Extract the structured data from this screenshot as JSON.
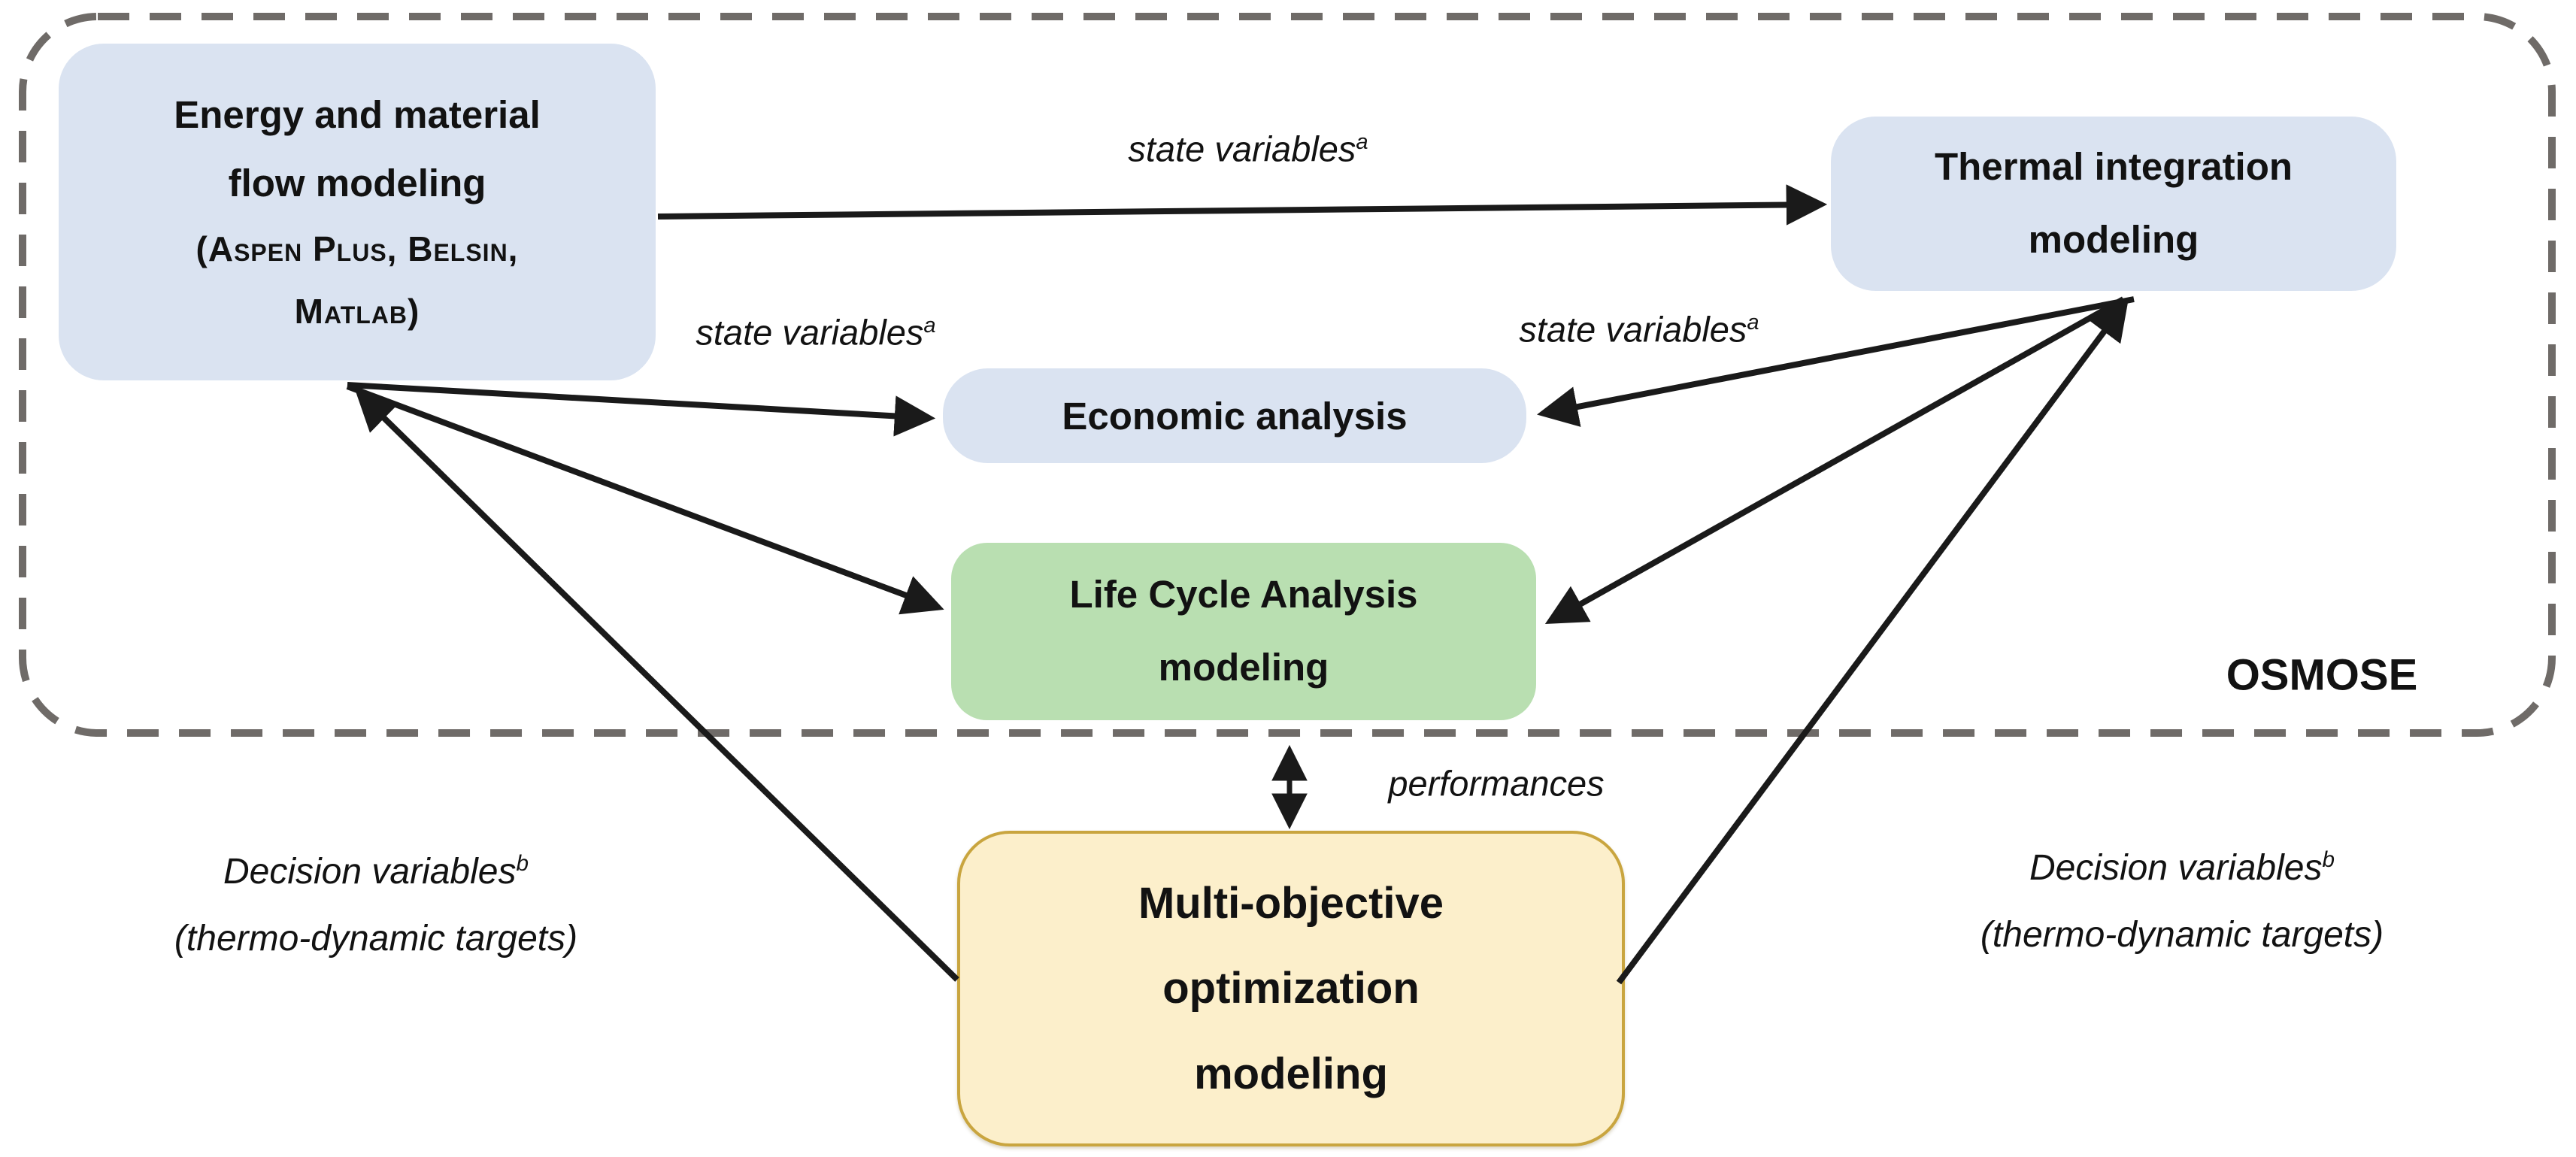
{
  "diagram": {
    "osmose_label": "OSMOSE",
    "boxes": {
      "energy": {
        "lines": [
          "Energy and material",
          "flow modeling"
        ],
        "sub_lines": [
          "(Aspen Plus, Belsin,",
          "Matlab)"
        ]
      },
      "thermal": {
        "lines": [
          "Thermal integration",
          "modeling"
        ]
      },
      "economic": {
        "lines": [
          "Economic analysis"
        ]
      },
      "lca": {
        "lines": [
          "Life Cycle Analysis",
          "modeling"
        ]
      },
      "optimization": {
        "lines": [
          "Multi-objective",
          "optimization",
          "modeling"
        ]
      }
    },
    "edge_labels": {
      "state_top": {
        "text": "state variables",
        "sup": "a"
      },
      "state_left": {
        "text": "state variables",
        "sup": "a"
      },
      "state_right": {
        "text": "state variables",
        "sup": "a"
      },
      "performances": {
        "text": "performances"
      },
      "decision_left": {
        "line1": "Decision variables",
        "line1_sup": "b",
        "line2": "(thermo-dynamic targets)"
      },
      "decision_right": {
        "line1": "Decision variables",
        "line1_sup": "b",
        "line2": "(thermo-dynamic targets)"
      }
    },
    "colors": {
      "box_blue": "#dae3f1",
      "box_green": "#b9dfb1",
      "box_yellow_fill": "#fcefcb",
      "box_yellow_border": "#c9a53f",
      "dashed_border": "#6f6b68",
      "arrow": "#1a1a1a"
    }
  }
}
